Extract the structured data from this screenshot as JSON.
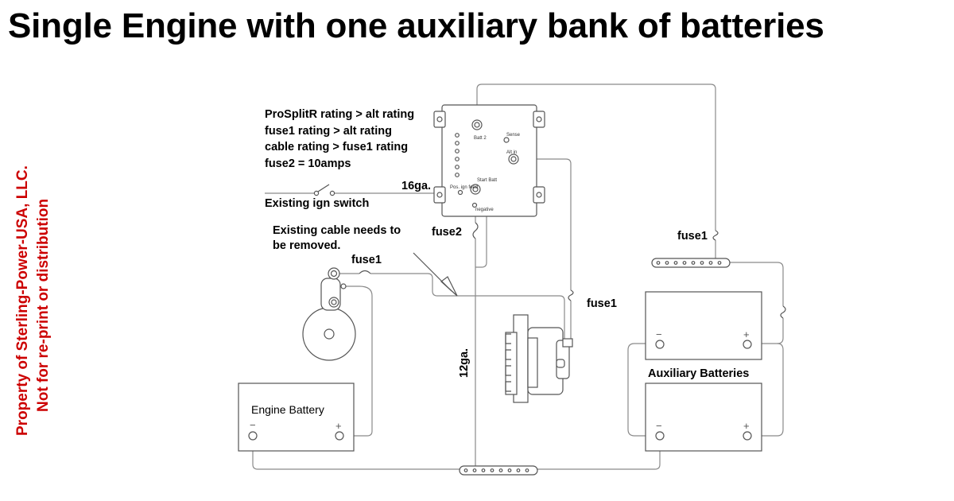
{
  "title": "Single Engine with one auxiliary bank of batteries",
  "watermark": {
    "line1": "Property of Sterling-Power-USA, LLC.",
    "line2": "Not for re-print or distribution",
    "color": "#cc0000"
  },
  "notes": [
    "ProSplitR rating > alt rating",
    "fuse1 rating > alt rating",
    "cable rating > fuse1 rating",
    "fuse2 = 10amps"
  ],
  "labels": {
    "gauge16": "16ga.",
    "ign_switch": "Existing ign switch",
    "remove_note_1": "Existing cable needs to",
    "remove_note_2": "be removed.",
    "fuse2": "fuse2",
    "fuse1_starter": "fuse1",
    "fuse1_alt": "fuse1",
    "fuse1_aux": "fuse1",
    "gauge12": "12ga.",
    "engine_battery": "Engine Battery",
    "aux_batteries": "Auxiliary Batteries",
    "minus": "−",
    "plus": "+"
  },
  "splitter": {
    "batt2": "Batt 2",
    "sense": "Sense",
    "alt_in": "Alt in",
    "start_batt": "Start Batt",
    "ign_feed": "Pos. ign feed",
    "negative": "negative"
  },
  "colors": {
    "wire": "#8a8a8a",
    "outline": "#555555",
    "text": "#000000"
  }
}
